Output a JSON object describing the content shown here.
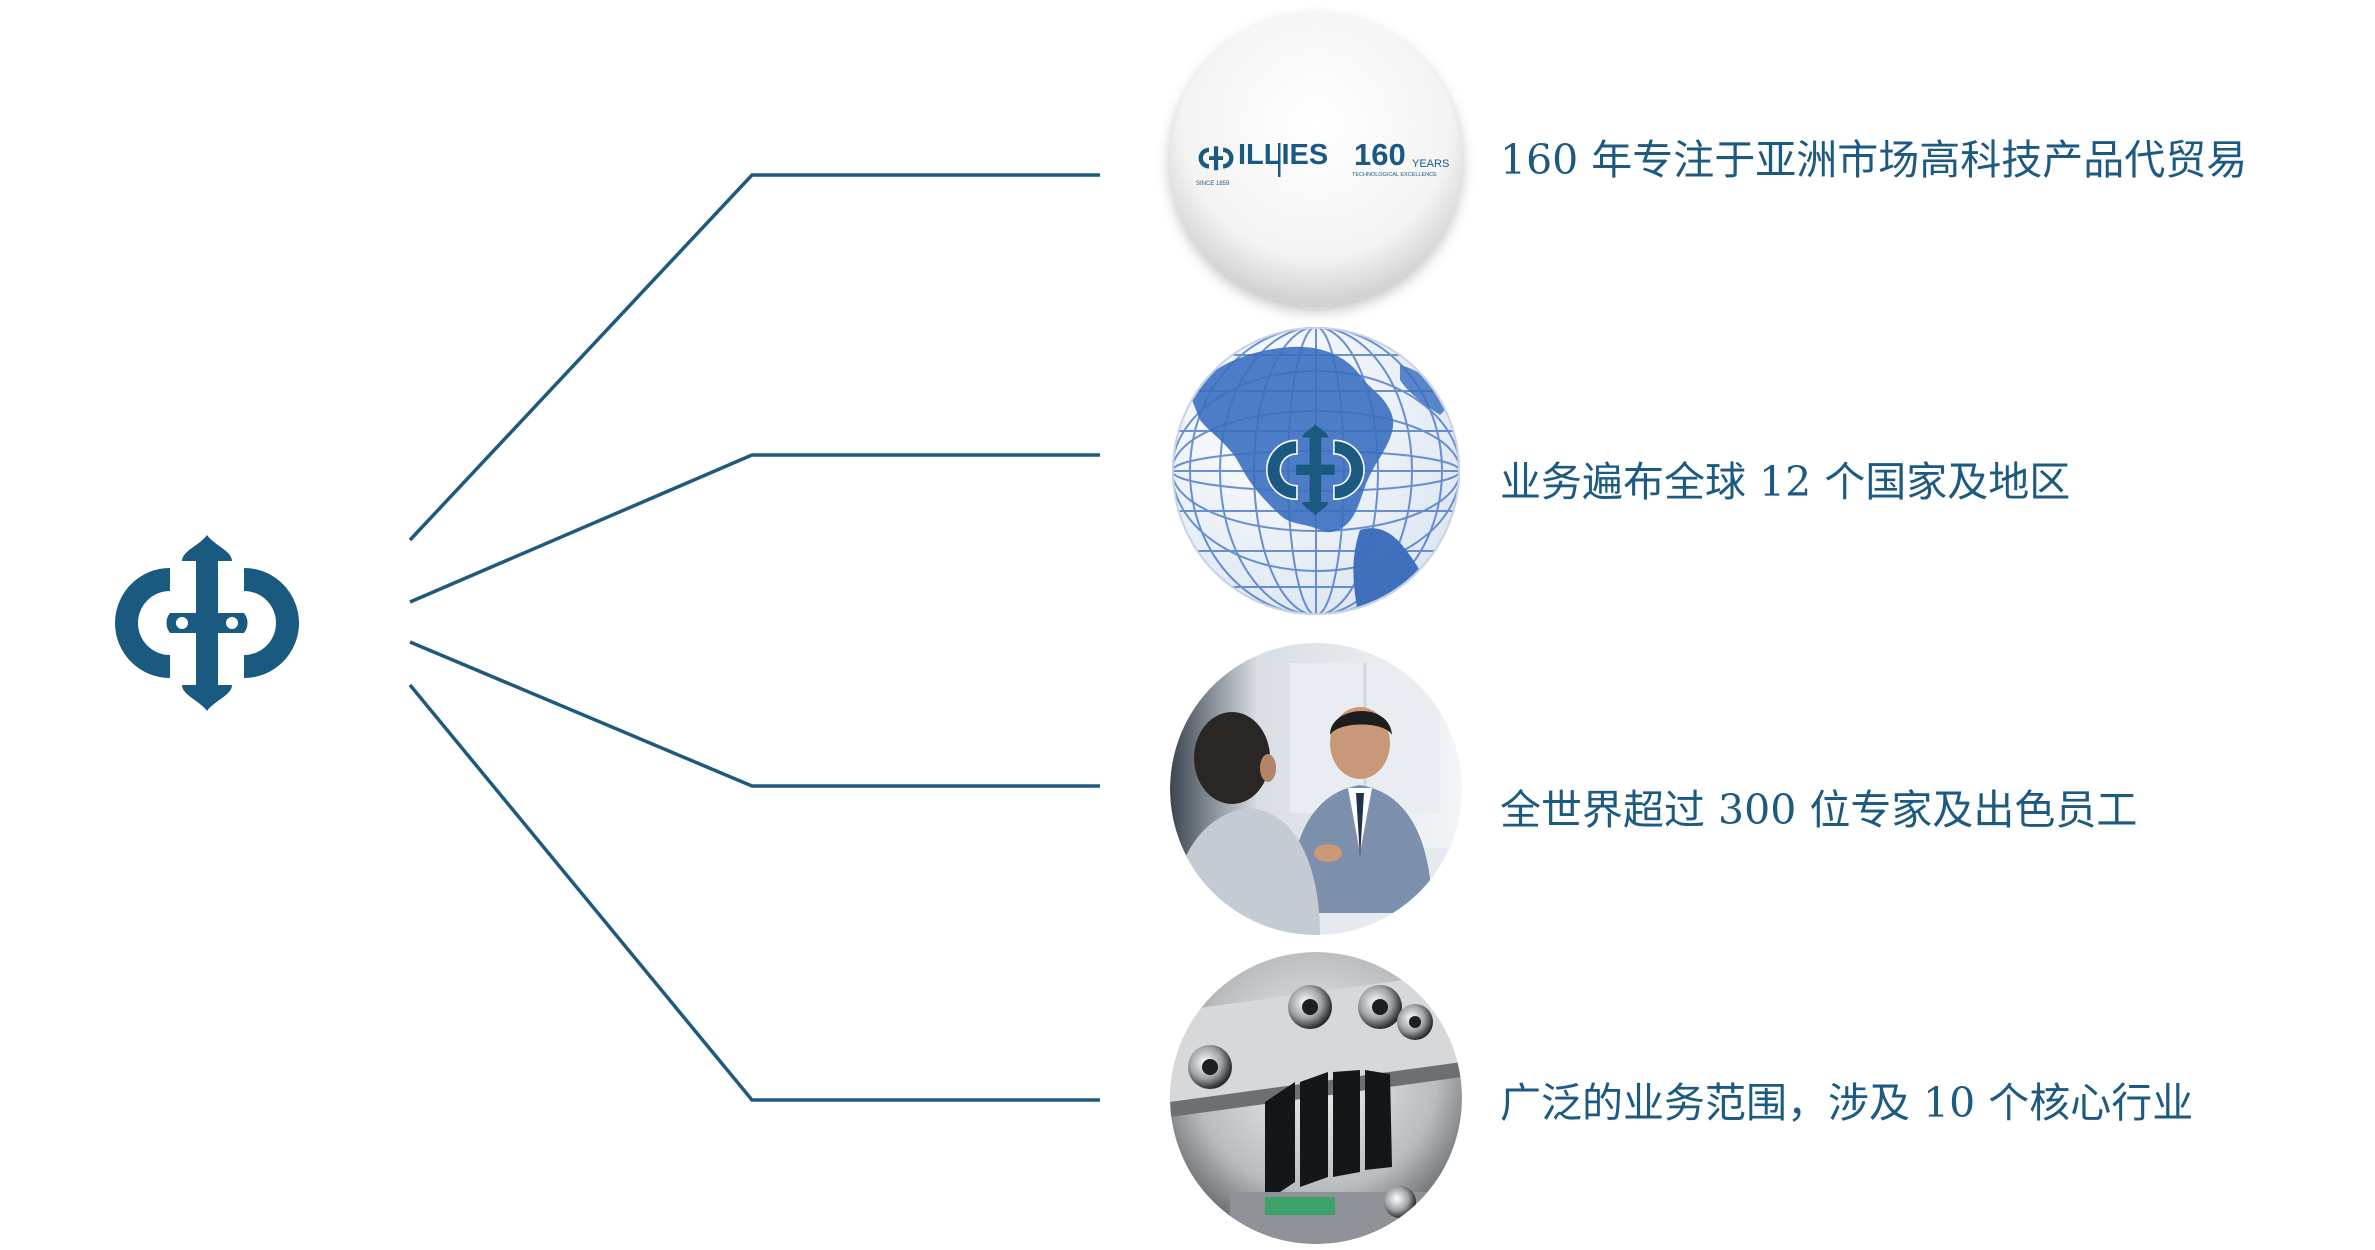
{
  "colors": {
    "accent": "#1d5a82",
    "line": "#1f5a7c",
    "brand_dark": "#1b4f6e"
  },
  "center_logo": {
    "icon": "illies-monogram-icon"
  },
  "branches": [
    {
      "label": "160 年专注于亚洲市场高科技产品代贸易",
      "icon": "illies-160-years-badge-icon",
      "badge": {
        "brand": "ILLIES",
        "years_number": "160",
        "years_unit": "YEARS",
        "since": "SINCE 1859",
        "tagline": "TECHNOLOGICAL EXCELLENCE"
      }
    },
    {
      "label": "业务遍布全球 12 个国家及地区",
      "icon": "globe-icon"
    },
    {
      "label": "全世界超过 300 位专家及出色员工",
      "icon": "business-meeting-photo-icon"
    },
    {
      "label": "广泛的业务范围，涉及 10 个核心行业",
      "icon": "industrial-machinery-photo-icon"
    }
  ]
}
